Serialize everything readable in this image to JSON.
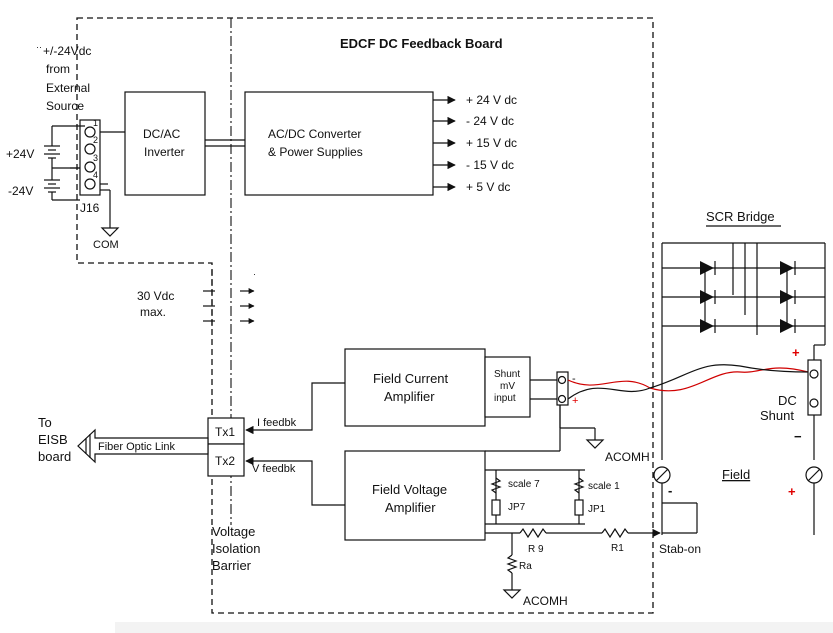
{
  "title": "EDCF DC Feedback Board",
  "supply": {
    "note_line1": "+/-24Vdc",
    "note_line2": "from",
    "note_line3": "External",
    "note_line4": "Source",
    "pos_label": "+24V",
    "neg_label": "-24V",
    "connector": "J16",
    "com": "COM",
    "pins": [
      "1",
      "2",
      "3",
      "4"
    ]
  },
  "inverter": {
    "line1": "DC/AC",
    "line2": "Inverter"
  },
  "converter": {
    "line1": "AC/DC Converter",
    "line2": "& Power Supplies"
  },
  "outputs": [
    "+ 24 V dc",
    "- 24 V dc",
    "+ 15 V dc",
    "- 15 V dc",
    "+ 5  V dc"
  ],
  "isolation_note": {
    "line1": "30 Vdc",
    "line2": "max."
  },
  "scr": {
    "title": "SCR Bridge"
  },
  "field_current": {
    "line1": "Field Current",
    "line2": "Amplifier"
  },
  "shunt_input": {
    "line1": "Shunt",
    "line2": "mV",
    "line3": "input"
  },
  "field_voltage": {
    "line1": "Field Voltage",
    "line2": "Amplifier"
  },
  "tx": {
    "tx1": "Tx1",
    "tx2": "Tx2",
    "i_feedbk": "I feedbk",
    "v_feedbk": "V feedbk"
  },
  "fiber": "Fiber Optic Link",
  "destination": {
    "line1": "To",
    "line2": "EISB",
    "line3": "board"
  },
  "barrier": {
    "line1": "Voltage",
    "line2": "Isolation",
    "line3": "Barrier"
  },
  "jumpers": {
    "scale7": "scale 7",
    "scale1": "scale 1",
    "jp7": "JP7",
    "jp1": "JP1"
  },
  "resistors": {
    "r9": "R 9",
    "r1": "R1",
    "ra": "Ra"
  },
  "grounds": {
    "acomh": "ACOMH"
  },
  "stab_on": "Stab-on",
  "dc_shunt": {
    "line1": "DC",
    "line2": "Shunt"
  },
  "field": "Field",
  "polarity": {
    "plus": "+",
    "minus": "-",
    "big_minus": "−"
  }
}
